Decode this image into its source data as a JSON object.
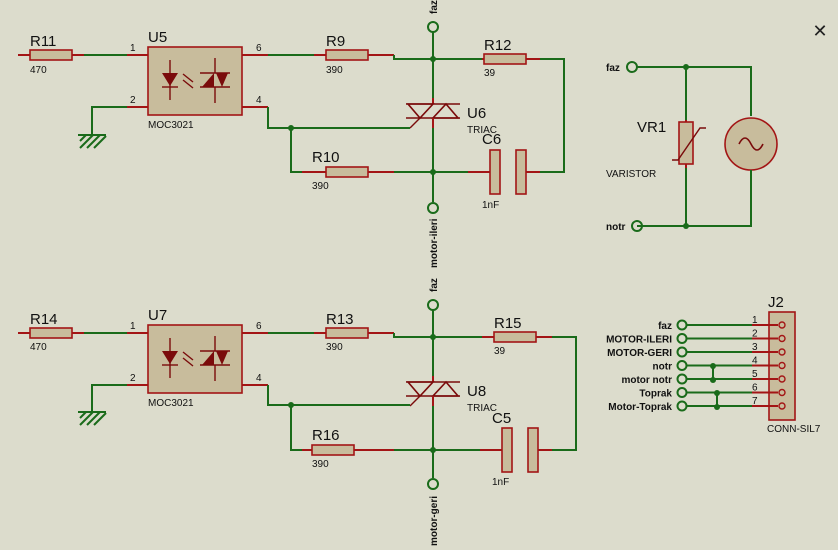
{
  "window": {
    "close_glyph": "✕"
  },
  "block1": {
    "r_in": {
      "ref": "R11",
      "value": "470"
    },
    "opto": {
      "ref": "U5",
      "part": "MOC3021",
      "pin1": "1",
      "pin2": "2",
      "pin6": "6",
      "pin4": "4"
    },
    "r_gate": {
      "ref": "R9",
      "value": "390"
    },
    "r_snub": {
      "ref": "R12",
      "value": "39"
    },
    "triac": {
      "ref": "U6",
      "part": "TRIAC"
    },
    "r_low": {
      "ref": "R10",
      "value": "390"
    },
    "cap": {
      "ref": "C6",
      "value": "1nF"
    },
    "net_top": "faz",
    "net_bottom": "motor-ileri"
  },
  "block2": {
    "r_in": {
      "ref": "R14",
      "value": "470"
    },
    "opto": {
      "ref": "U7",
      "part": "MOC3021",
      "pin1": "1",
      "pin2": "2",
      "pin6": "6",
      "pin4": "4"
    },
    "r_gate": {
      "ref": "R13",
      "value": "390"
    },
    "r_snub": {
      "ref": "R15",
      "value": "39"
    },
    "triac": {
      "ref": "U8",
      "part": "TRIAC"
    },
    "r_low": {
      "ref": "R16",
      "value": "390"
    },
    "cap": {
      "ref": "C5",
      "value": "1nF"
    },
    "net_top": "faz",
    "net_bottom": "motor-geri"
  },
  "varistor": {
    "ref": "VR1",
    "part": "VARISTOR",
    "net_top": "faz",
    "net_bottom": "notr"
  },
  "connector": {
    "ref": "J2",
    "part": "CONN-SIL7",
    "pins": [
      {
        "num": "1",
        "net": "faz"
      },
      {
        "num": "2",
        "net": "MOTOR-ILERI"
      },
      {
        "num": "3",
        "net": "MOTOR-GERI"
      },
      {
        "num": "4",
        "net": "notr"
      },
      {
        "num": "5",
        "net": "motor notr"
      },
      {
        "num": "6",
        "net": "Toprak"
      },
      {
        "num": "7",
        "net": "Motor-Toprak"
      }
    ]
  },
  "colors": {
    "wire": "#1a6b1a",
    "lead": "#a31515",
    "body": "#c8bc9c",
    "background": "#dcdccc"
  }
}
